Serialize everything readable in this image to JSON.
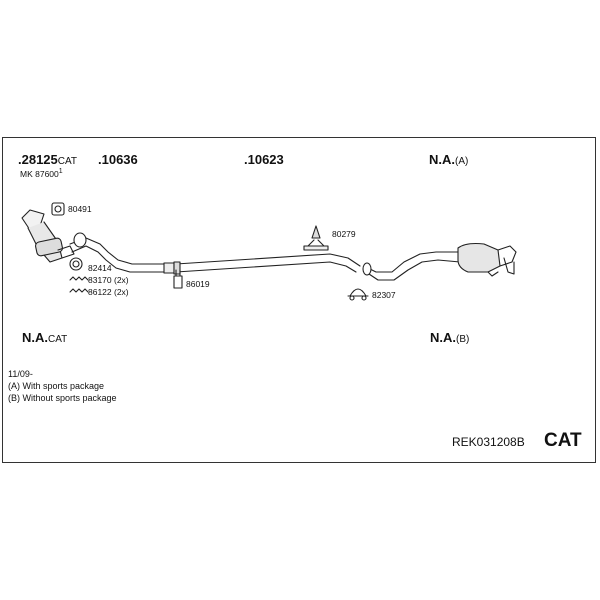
{
  "header_labels": {
    "a": {
      "main": ".28125",
      "suffix": "CAT"
    },
    "a_sub": {
      "main": "MK 87600",
      "sup": "1"
    },
    "b": {
      "main": ".10636"
    },
    "c": {
      "main": ".10623"
    },
    "d": {
      "main": "N.A.",
      "suffix": "(A)"
    }
  },
  "part_labels": {
    "p80491": "80491",
    "p82414": "82414",
    "p83170": "83170 (2x)",
    "p86122": "86122 (2x)",
    "p86019": "86019",
    "p80279": "80279",
    "p82307": "82307"
  },
  "lower_labels": {
    "left": {
      "main": "N.A.",
      "suffix": "CAT"
    },
    "right": {
      "main": "N.A.",
      "suffix": "(B)"
    }
  },
  "notes": {
    "date": "11/09-",
    "a": "(A) With sports package",
    "b": "(B) Without sports package"
  },
  "footer": {
    "code": "REK031208B",
    "type": "CAT"
  },
  "colors": {
    "stroke": "#222222",
    "fill": "#f2f2f2",
    "shade": "#bfbfbf"
  }
}
